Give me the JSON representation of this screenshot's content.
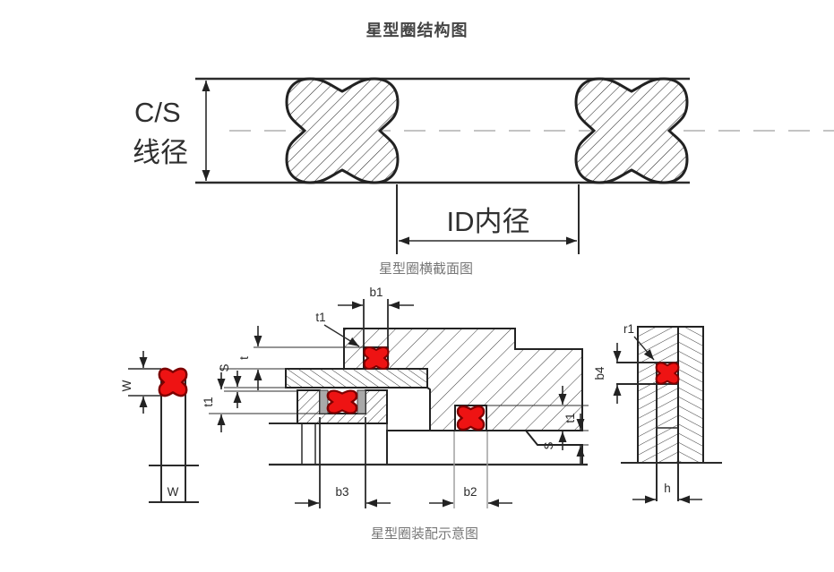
{
  "title": "星型圈结构图",
  "cross_section_figure": {
    "caption": "星型圈横截面图",
    "cs_label_line1": "C/S",
    "cs_label_line2": "线径",
    "id_label": "ID内径"
  },
  "assembly_figure": {
    "caption": "星型圈装配示意图",
    "dims": {
      "w_height": "W",
      "w_width": "W",
      "b1": "b1",
      "t1_gland": "t1",
      "t": "t",
      "s_left": "S",
      "t1_left": "t1",
      "b3": "b3",
      "b2": "b2",
      "t1_right": "t1",
      "s_right": "S",
      "r1": "r1",
      "b4": "b4",
      "h": "h"
    }
  },
  "colors": {
    "seal_red": "#ee1313",
    "seal_outline": "#7d0000",
    "line_dark": "#2b2b2b",
    "backup_gray": "#a9a9a9",
    "centerline_gray": "#c4c4c4",
    "caption_gray": "#777777",
    "title_color": "#444444",
    "background": "#ffffff"
  }
}
